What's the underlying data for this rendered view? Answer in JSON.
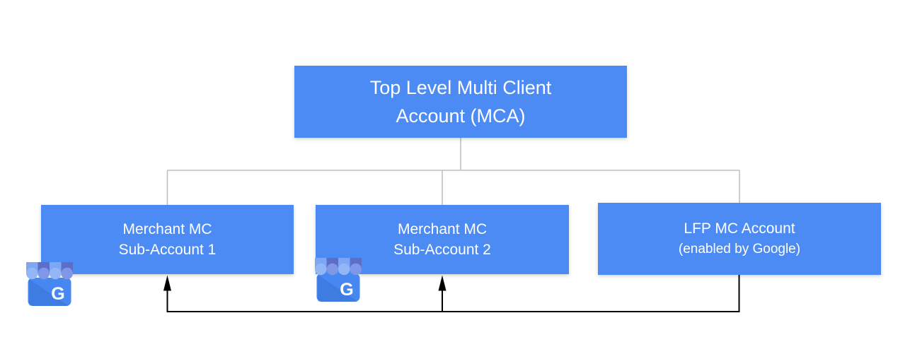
{
  "diagram": {
    "nodes": {
      "mca": {
        "line1": "Top Level Multi Client",
        "line2": "Account (MCA)"
      },
      "sub1": {
        "line1": "Merchant MC",
        "line2": "Sub-Account 1"
      },
      "sub2": {
        "line1": "Merchant MC",
        "line2": "Sub-Account 2"
      },
      "lfp": {
        "line1": "LFP MC Account",
        "line2": "(enabled by Google)"
      }
    },
    "edges": [
      {
        "from": "mca",
        "to": "sub1",
        "type": "hierarchy"
      },
      {
        "from": "mca",
        "to": "sub2",
        "type": "hierarchy"
      },
      {
        "from": "mca",
        "to": "lfp",
        "type": "hierarchy"
      },
      {
        "from": "lfp",
        "to": "sub1",
        "type": "arrow"
      },
      {
        "from": "lfp",
        "to": "sub2",
        "type": "arrow"
      }
    ],
    "icons": {
      "gmb_letter": "G",
      "gmb_name": "google-my-business-storefront"
    },
    "colors": {
      "canvas_bg": "#FFFFFF",
      "node_fill": "#4C8BF4",
      "node_text": "#FFFFFF",
      "tree_line": "#BDBDBD",
      "arrow": "#000000",
      "gmb_stripe_light": "#7EA6F3",
      "gmb_stripe_dark": "#5C6EC5",
      "gmb_scallop_light": "#93B6F7",
      "gmb_scallop_dark": "#7E97E8",
      "gmb_body": "#4687F2"
    }
  }
}
